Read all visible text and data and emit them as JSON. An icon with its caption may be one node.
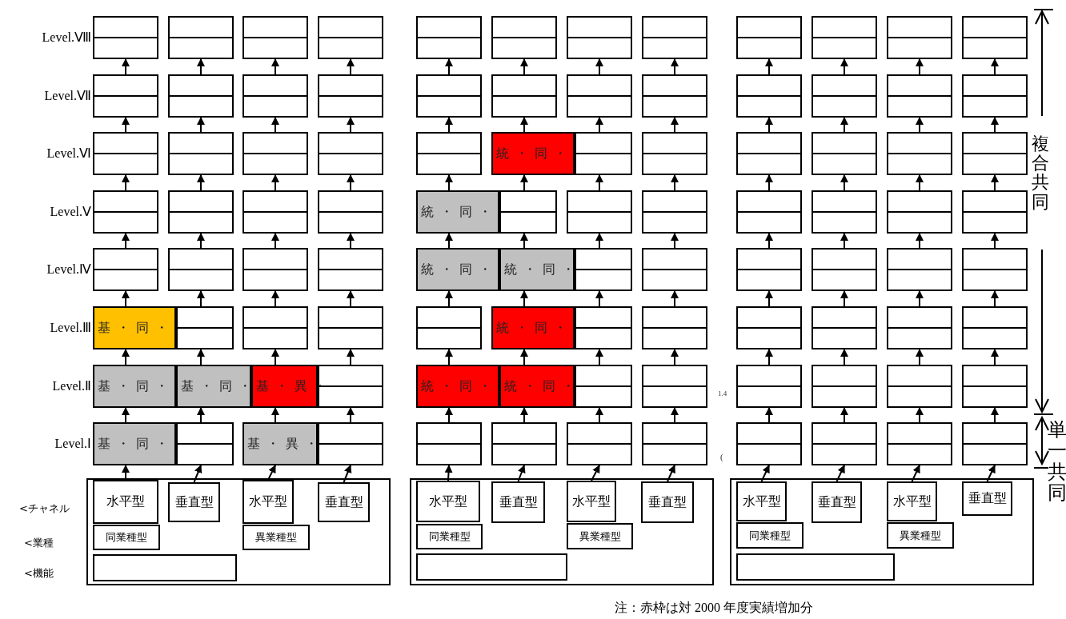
{
  "diagram": {
    "nodes": [
      {
        "text": [],
        "shape": "box"
      },
      {
        "text": [],
        "shape": "box"
      },
      {
        "text": [],
        "shape": "box"
      },
      {
        "text": [],
        "shape": "box"
      },
      {
        "text": [],
        "shape": "box"
      },
      {
        "text": [],
        "shape": "box"
      },
      {
        "text": [],
        "shape": "box"
      },
      {
        "text": [],
        "shape": "box"
      },
      {
        "text": [],
        "shape": "box"
      },
      {
        "text": [],
        "shape": "box"
      },
      {
        "text": [],
        "shape": "box"
      },
      {
        "text": [],
        "shape": "box"
      },
      {
        "text": [],
        "shape": "box"
      },
      {
        "text": [],
        "shape": "box"
      },
      {
        "text": [],
        "shape": "box"
      },
      {
        "text": [],
        "shape": "box"
      },
      {
        "text": [],
        "shape": "box"
      },
      {
        "text": [],
        "shape": "box"
      },
      {
        "text": [],
        "shape": "box"
      },
      {
        "text": [],
        "shape": "box"
      },
      {
        "text": [
          "基・同・"
        ]
      },
      {
        "text": [],
        "shape": "box"
      },
      {
        "text": [],
        "shape": "box"
      },
      {
        "text": [],
        "shape": "box"
      },
      {
        "text": [
          "基・同・"
        ]
      },
      {
        "text": [
          "基・同・"
        ]
      },
      {
        "text": [
          "基・異・"
        ]
      },
      {
        "text": [],
        "shape": "box"
      },
      {
        "text": [
          "基・同・"
        ]
      },
      {
        "text": [],
        "shape": "box"
      },
      {
        "text": [
          "基・異・"
        ]
      },
      {
        "text": [],
        "shape": "box"
      },
      {
        "text": [],
        "shape": "box"
      },
      {
        "text": [
          "水平型"
        ],
        "in": 32
      },
      {
        "text": [
          "垂直型"
        ],
        "in": 32
      },
      {
        "text": [
          "水平型"
        ],
        "in": 32
      },
      {
        "text": [
          "垂直型"
        ],
        "in": 32
      },
      {
        "text": [
          "同業種型"
        ],
        "in": 32
      },
      {
        "text": [
          "異業種型"
        ],
        "in": 32
      },
      {
        "text": [],
        "shape": "box",
        "in": 32
      },
      {
        "text": [],
        "shape": "box"
      },
      {
        "text": [],
        "shape": "box"
      },
      {
        "text": [],
        "shape": "box"
      },
      {
        "text": [],
        "shape": "box"
      },
      {
        "text": [],
        "shape": "box"
      },
      {
        "text": [],
        "shape": "box"
      },
      {
        "text": [],
        "shape": "box"
      },
      {
        "text": [],
        "shape": "box"
      },
      {
        "text": [],
        "shape": "box"
      },
      {
        "text": [
          "統・同・"
        ]
      },
      {
        "text": [],
        "shape": "box"
      },
      {
        "text": [],
        "shape": "box"
      },
      {
        "text": [
          "統・同・"
        ]
      },
      {
        "text": [],
        "shape": "box"
      },
      {
        "text": [],
        "shape": "box"
      },
      {
        "text": [],
        "shape": "box"
      },
      {
        "text": [
          "統・同・"
        ]
      },
      {
        "text": [
          "統・同・"
        ]
      },
      {
        "text": [],
        "shape": "box"
      },
      {
        "text": [],
        "shape": "box"
      },
      {
        "text": [],
        "shape": "box"
      },
      {
        "text": [
          "統・同・"
        ]
      },
      {
        "text": [],
        "shape": "box"
      },
      {
        "text": [],
        "shape": "box"
      },
      {
        "text": [
          "統・同・"
        ]
      },
      {
        "text": [
          "統・同・"
        ]
      },
      {
        "text": [],
        "shape": "box"
      },
      {
        "text": [],
        "shape": "box"
      },
      {
        "text": [],
        "shape": "box"
      },
      {
        "text": [],
        "shape": "box"
      },
      {
        "text": [],
        "shape": "box"
      },
      {
        "text": [],
        "shape": "box"
      },
      {
        "text": [],
        "shape": "box"
      },
      {
        "text": [
          "水平型"
        ],
        "in": 72
      },
      {
        "text": [
          "垂直型"
        ],
        "in": 72
      },
      {
        "text": [
          "水平型"
        ],
        "in": 72
      },
      {
        "text": [
          "垂直型"
        ],
        "in": 72
      },
      {
        "text": [
          "同業種型"
        ],
        "in": 72
      },
      {
        "text": [
          "異業種型"
        ],
        "in": 72
      },
      {
        "text": [],
        "shape": "box",
        "in": 72
      },
      {
        "text": [],
        "shape": "box"
      },
      {
        "text": [],
        "shape": "box"
      },
      {
        "text": [],
        "shape": "box"
      },
      {
        "text": [],
        "shape": "box"
      },
      {
        "text": [],
        "shape": "box"
      },
      {
        "text": [],
        "shape": "box"
      },
      {
        "text": [],
        "shape": "box"
      },
      {
        "text": [],
        "shape": "box"
      },
      {
        "text": [],
        "shape": "box"
      },
      {
        "text": [],
        "shape": "box"
      },
      {
        "text": [],
        "shape": "box"
      },
      {
        "text": [],
        "shape": "box"
      },
      {
        "text": [],
        "shape": "box"
      },
      {
        "text": [],
        "shape": "box"
      },
      {
        "text": [],
        "shape": "box"
      },
      {
        "text": [],
        "shape": "box"
      },
      {
        "text": [],
        "shape": "box"
      },
      {
        "text": [],
        "shape": "box"
      },
      {
        "text": [],
        "shape": "box"
      },
      {
        "text": [],
        "shape": "box"
      },
      {
        "text": [],
        "shape": "box"
      },
      {
        "text": [],
        "shape": "box"
      },
      {
        "text": [],
        "shape": "box"
      },
      {
        "text": [],
        "shape": "box"
      },
      {
        "text": [],
        "shape": "box"
      },
      {
        "text": [],
        "shape": "box"
      },
      {
        "text": [],
        "shape": "box"
      },
      {
        "text": [],
        "shape": "box"
      },
      {
        "text": [],
        "shape": "box"
      },
      {
        "text": [],
        "shape": "box"
      },
      {
        "text": [],
        "shape": "box"
      },
      {
        "text": [],
        "shape": "box"
      },
      {
        "text": [],
        "shape": "box"
      },
      {
        "text": [
          "水平型"
        ],
        "in": 112
      },
      {
        "text": [
          "垂直型"
        ],
        "in": 112
      },
      {
        "text": [
          "水平型"
        ],
        "in": 112
      },
      {
        "text": [
          "垂直型"
        ],
        "in": 112
      },
      {
        "text": [
          "同業種型"
        ],
        "in": 112
      },
      {
        "text": [
          "異業種型"
        ],
        "in": 112
      },
      {
        "text": [],
        "shape": "box",
        "in": 112
      }
    ],
    "edges": [
      {
        "from": 33,
        "to": 28,
        "arrow": "to"
      },
      {
        "from": 28,
        "to": 24,
        "arrow": "to"
      },
      {
        "from": 24,
        "to": 20,
        "arrow": "to"
      },
      {
        "from": 20,
        "to": 16,
        "arrow": "to"
      },
      {
        "from": 16,
        "to": 12,
        "arrow": "to"
      },
      {
        "from": 12,
        "to": 8,
        "arrow": "to"
      },
      {
        "from": 8,
        "to": 4,
        "arrow": "to"
      },
      {
        "from": 4,
        "to": 0,
        "arrow": "to"
      },
      {
        "from": 34,
        "to": 29,
        "arrow": "to"
      },
      {
        "from": 29,
        "to": 25,
        "arrow": "to"
      },
      {
        "from": 25,
        "to": 21,
        "arrow": "to"
      },
      {
        "from": 21,
        "to": 17,
        "arrow": "to"
      },
      {
        "from": 17,
        "to": 13,
        "arrow": "to"
      },
      {
        "from": 13,
        "to": 9,
        "arrow": "to"
      },
      {
        "from": 9,
        "to": 5,
        "arrow": "to"
      },
      {
        "from": 5,
        "to": 1,
        "arrow": "to"
      },
      {
        "from": 35,
        "to": 30,
        "arrow": "to"
      },
      {
        "from": 30,
        "to": 26,
        "arrow": "to"
      },
      {
        "from": 26,
        "to": 22,
        "arrow": "to"
      },
      {
        "from": 22,
        "to": 18,
        "arrow": "to"
      },
      {
        "from": 18,
        "to": 14,
        "arrow": "to"
      },
      {
        "from": 14,
        "to": 10,
        "arrow": "to"
      },
      {
        "from": 10,
        "to": 6,
        "arrow": "to"
      },
      {
        "from": 6,
        "to": 2,
        "arrow": "to"
      },
      {
        "from": 36,
        "to": 31,
        "arrow": "to"
      },
      {
        "from": 31,
        "to": 27,
        "arrow": "to"
      },
      {
        "from": 27,
        "to": 23,
        "arrow": "to"
      },
      {
        "from": 23,
        "to": 19,
        "arrow": "to"
      },
      {
        "from": 19,
        "to": 15,
        "arrow": "to"
      },
      {
        "from": 15,
        "to": 11,
        "arrow": "to"
      },
      {
        "from": 11,
        "to": 7,
        "arrow": "to"
      },
      {
        "from": 7,
        "to": 3,
        "arrow": "to"
      },
      {
        "from": 73,
        "to": 68,
        "arrow": "to"
      },
      {
        "from": 68,
        "to": 64,
        "arrow": "to"
      },
      {
        "from": 64,
        "to": 60,
        "arrow": "to"
      },
      {
        "from": 60,
        "to": 56,
        "arrow": "to"
      },
      {
        "from": 56,
        "to": 52,
        "arrow": "to"
      },
      {
        "from": 52,
        "to": 48,
        "arrow": "to"
      },
      {
        "from": 48,
        "to": 44,
        "arrow": "to"
      },
      {
        "from": 44,
        "to": 40,
        "arrow": "to"
      },
      {
        "from": 74,
        "to": 69,
        "arrow": "to"
      },
      {
        "from": 69,
        "to": 65,
        "arrow": "to"
      },
      {
        "from": 65,
        "to": 61,
        "arrow": "to"
      },
      {
        "from": 61,
        "to": 57,
        "arrow": "to"
      },
      {
        "from": 57,
        "to": 53,
        "arrow": "to"
      },
      {
        "from": 53,
        "to": 49,
        "arrow": "to"
      },
      {
        "from": 49,
        "to": 45,
        "arrow": "to"
      },
      {
        "from": 45,
        "to": 41,
        "arrow": "to"
      },
      {
        "from": 75,
        "to": 70,
        "arrow": "to"
      },
      {
        "from": 70,
        "to": 66,
        "arrow": "to"
      },
      {
        "from": 66,
        "to": 62,
        "arrow": "to"
      },
      {
        "from": 62,
        "to": 58,
        "arrow": "to"
      },
      {
        "from": 58,
        "to": 54,
        "arrow": "to"
      },
      {
        "from": 54,
        "to": 50,
        "arrow": "to"
      },
      {
        "from": 50,
        "to": 46,
        "arrow": "to"
      },
      {
        "from": 46,
        "to": 42,
        "arrow": "to"
      },
      {
        "from": 76,
        "to": 71,
        "arrow": "to"
      },
      {
        "from": 71,
        "to": 67,
        "arrow": "to"
      },
      {
        "from": 67,
        "to": 63,
        "arrow": "to"
      },
      {
        "from": 63,
        "to": 59,
        "arrow": "to"
      },
      {
        "from": 59,
        "to": 55,
        "arrow": "to"
      },
      {
        "from": 55,
        "to": 51,
        "arrow": "to"
      },
      {
        "from": 51,
        "to": 47,
        "arrow": "to"
      },
      {
        "from": 47,
        "to": 43,
        "arrow": "to"
      },
      {
        "from": 113,
        "to": 108,
        "arrow": "to"
      },
      {
        "from": 108,
        "to": 104,
        "arrow": "to"
      },
      {
        "from": 104,
        "to": 100,
        "arrow": "to"
      },
      {
        "from": 100,
        "to": 96,
        "arrow": "to"
      },
      {
        "from": 96,
        "to": 92,
        "arrow": "to"
      },
      {
        "from": 92,
        "to": 88,
        "arrow": "to"
      },
      {
        "from": 88,
        "to": 84,
        "arrow": "to"
      },
      {
        "from": 84,
        "to": 80,
        "arrow": "to"
      },
      {
        "from": 114,
        "to": 109,
        "arrow": "to"
      },
      {
        "from": 109,
        "to": 105,
        "arrow": "to"
      },
      {
        "from": 105,
        "to": 101,
        "arrow": "to"
      },
      {
        "from": 101,
        "to": 97,
        "arrow": "to"
      },
      {
        "from": 97,
        "to": 93,
        "arrow": "to"
      },
      {
        "from": 93,
        "to": 89,
        "arrow": "to"
      },
      {
        "from": 89,
        "to": 85,
        "arrow": "to"
      },
      {
        "from": 85,
        "to": 81,
        "arrow": "to"
      },
      {
        "from": 115,
        "to": 110,
        "arrow": "to"
      },
      {
        "from": 110,
        "to": 106,
        "arrow": "to"
      },
      {
        "from": 106,
        "to": 102,
        "arrow": "to"
      },
      {
        "from": 102,
        "to": 98,
        "arrow": "to"
      },
      {
        "from": 98,
        "to": 94,
        "arrow": "to"
      },
      {
        "from": 94,
        "to": 90,
        "arrow": "to"
      },
      {
        "from": 90,
        "to": 86,
        "arrow": "to"
      },
      {
        "from": 86,
        "to": 82,
        "arrow": "to"
      },
      {
        "from": 116,
        "to": 111,
        "arrow": "to"
      },
      {
        "from": 111,
        "to": 107,
        "arrow": "to"
      },
      {
        "from": 107,
        "to": 103,
        "arrow": "to"
      },
      {
        "from": 103,
        "to": 99,
        "arrow": "to"
      },
      {
        "from": 99,
        "to": 95,
        "arrow": "to"
      },
      {
        "from": 95,
        "to": 91,
        "arrow": "to"
      },
      {
        "from": 91,
        "to": 87,
        "arrow": "to"
      },
      {
        "from": 87,
        "to": 83,
        "arrow": "to"
      }
    ],
    "labels": [
      "Level.Ⅷ",
      "Level.Ⅶ",
      "Level.Ⅵ",
      "複合共同",
      "Level.Ⅴ",
      "Level.Ⅳ",
      "Level.Ⅲ",
      "Level.Ⅱ",
      "1.4",
      "Level.Ⅰ",
      "(",
      "単一共同",
      "<チャネル",
      "<業種",
      "<機能",
      "注：赤枠は対 2000 年度実績増加分"
    ]
  }
}
